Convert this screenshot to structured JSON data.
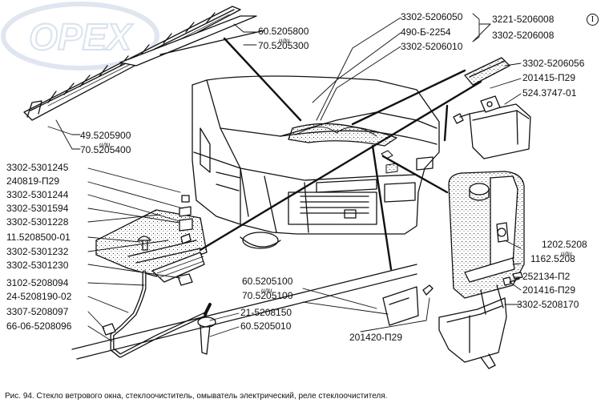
{
  "labels": {
    "l1": "3302-5206050",
    "l2": "490-Б-2254",
    "l3": "3302-5206010",
    "l4": "3221-5206008",
    "l5": "3302-5206008",
    "l6": "60.5205800",
    "l7": "70.5205300",
    "l8": "3302-5206056",
    "l9": "201415-П29",
    "l10": "524.3747-01",
    "l11": "49.5205900",
    "l12": "70.5205400",
    "l13": "3302-5301245",
    "l14": "240819-П29",
    "l15": "3302-5301244",
    "l16": "3302-5301594",
    "l17": "3302-5301228",
    "l18": "11.5208500-01",
    "l19": "3302-5301232",
    "l20": "3302-5301230",
    "l21": "3102-5208094",
    "l22": "24-5208190-02",
    "l23": "3307-5208097",
    "l24": "66-06-5208096",
    "l25": "60.5205100",
    "l26": "70.5205100",
    "l27": "21-5208150",
    "l28": "60.5205010",
    "l29": "201420-П29",
    "l30": "1202.5208",
    "l31": "1162.5208",
    "l32": "252134-П2",
    "l33": "201416-П29",
    "l34": "3302-5208170"
  },
  "ili_word": "или",
  "roman_numeral": "I",
  "caption": "Рис. 94. Стекло ветрового окна, стеклоочиститель, омыватель электрический, реле стеклоочистителя.",
  "watermark_text": "OPEX",
  "colors": {
    "ink": "#111111",
    "watermark": "#c9d6e6"
  }
}
